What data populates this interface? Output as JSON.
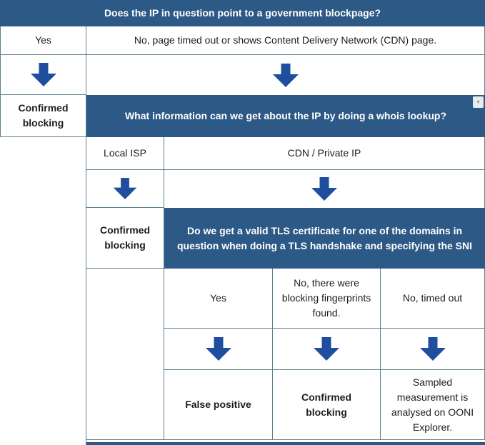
{
  "colors": {
    "header_bg": "#2d5986",
    "header_text": "#ffffff",
    "arrow_blue": "#1f4e9e",
    "grid_border": "#5e828f",
    "body_text": "#1d1d1d",
    "dropdown_bg": "#e9ecee",
    "dropdown_glyph": "#8d959d"
  },
  "icons": {
    "down_arrow": "⬇",
    "dropdown_marker": "▼"
  },
  "flowchart": {
    "q1": {
      "question": "Does the IP in question point to a government blockpage?",
      "answer_yes": "Yes",
      "answer_no": "No, page timed out or shows Content Delivery Network (CDN) page.",
      "outcome_yes": "Confirmed blocking"
    },
    "q2": {
      "question": "What information can we get about the IP by doing a whois lookup?",
      "answer_local_isp": "Local ISP",
      "answer_cdn": "CDN / Private IP",
      "outcome_local_isp": "Confirmed blocking"
    },
    "q3": {
      "question": "Do we get a valid TLS certificate for one of the domains in question when doing a TLS handshake and specifying the SNI",
      "answer_yes": "Yes",
      "answer_no_fingerprints": "No, there were blocking fingerprints found.",
      "answer_no_timeout": "No, timed out",
      "outcome_yes": "False positive",
      "outcome_no_fingerprints": "Confirmed blocking",
      "outcome_no_timeout": "Sampled measurement is analysed on OONI Explorer."
    }
  }
}
